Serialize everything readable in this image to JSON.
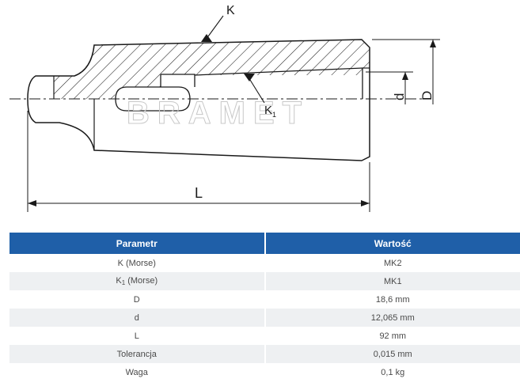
{
  "drawing": {
    "labels": {
      "K": "K",
      "K1_main": "K",
      "K1_sub": "1",
      "d": "d",
      "D": "D",
      "L": "L"
    },
    "watermark": "BRAMET"
  },
  "table": {
    "headers": {
      "param": "Parametr",
      "value": "Wartość"
    },
    "rows": [
      {
        "param": "K (Morse)",
        "value": "MK2"
      },
      {
        "param_main": "K",
        "param_sub": "1",
        "param_rest": " (Morse)",
        "value": "MK1"
      },
      {
        "param": "D",
        "value": "18,6 mm"
      },
      {
        "param": "d",
        "value": "12,065 mm"
      },
      {
        "param": "L",
        "value": "92 mm"
      },
      {
        "param": "Tolerancja",
        "value": "0,015 mm"
      },
      {
        "param": "Waga",
        "value": "0,1 kg"
      }
    ]
  },
  "colors": {
    "header_bg": "#1f5fa8",
    "row_alt": "#eef0f2",
    "line": "#1a1a1a"
  }
}
